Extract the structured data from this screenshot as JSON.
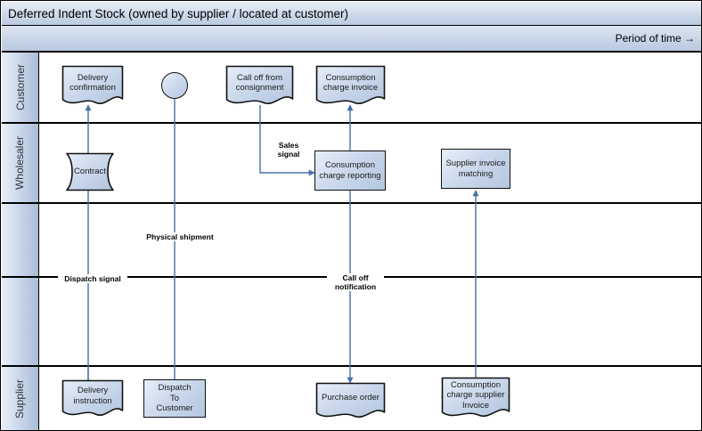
{
  "diagram": {
    "title": "Deferred Indent Stock (owned by supplier / located at customer)",
    "timeline_label": "Period of time →",
    "type": "swimlane-flowchart",
    "accent_color": "#4472a8",
    "lane_fill": "#c6d4e7",
    "shape_fill": "#ccd9ec",
    "border_color": "#000000"
  },
  "lanes": [
    {
      "id": "customer",
      "label": "Customer"
    },
    {
      "id": "wholesaler",
      "label": "Wholesaler"
    },
    {
      "id": "blank-1",
      "label": ""
    },
    {
      "id": "blank-2",
      "label": ""
    },
    {
      "id": "supplier",
      "label": "Supplier"
    }
  ],
  "nodes": [
    {
      "id": "delivery-confirmation",
      "label": "Delivery\nconfirmation",
      "shape": "document",
      "lane": "customer"
    },
    {
      "id": "customer-connector",
      "label": "",
      "shape": "circle",
      "lane": "customer"
    },
    {
      "id": "call-off-from-consignment",
      "label": "Call off from\nconsignment",
      "shape": "document",
      "lane": "customer"
    },
    {
      "id": "consumption-charge-invoice",
      "label": "Consumption\ncharge invoice",
      "shape": "document",
      "lane": "customer"
    },
    {
      "id": "contract",
      "label": "Contract",
      "shape": "data",
      "lane": "wholesaler"
    },
    {
      "id": "consumption-charge-reporting",
      "label": "Consumption\ncharge reporting",
      "shape": "rectangle",
      "lane": "wholesaler"
    },
    {
      "id": "supplier-invoice-matching",
      "label": "Supplier invoice\nmatching",
      "shape": "rectangle",
      "lane": "wholesaler"
    },
    {
      "id": "delivery-instruction",
      "label": "Delivery\ninstruction",
      "shape": "document",
      "lane": "supplier"
    },
    {
      "id": "dispatch-to-customer",
      "label": "Dispatch\nTo\nCustomer",
      "shape": "rectangle",
      "lane": "supplier"
    },
    {
      "id": "purchase-order",
      "label": "Purchase order",
      "shape": "document",
      "lane": "supplier"
    },
    {
      "id": "consumption-charge-supplier-invoice",
      "label": "Consumption\ncharge supplier\nInvoice",
      "shape": "document",
      "lane": "supplier"
    }
  ],
  "edge_labels": [
    {
      "id": "sales-signal",
      "text": "Sales\nsignal"
    },
    {
      "id": "physical-shipment",
      "text": "Physical shipment"
    },
    {
      "id": "dispatch-signal",
      "text": "Dispatch signal"
    },
    {
      "id": "call-off-notification",
      "text": "Call off\nnotification"
    }
  ]
}
